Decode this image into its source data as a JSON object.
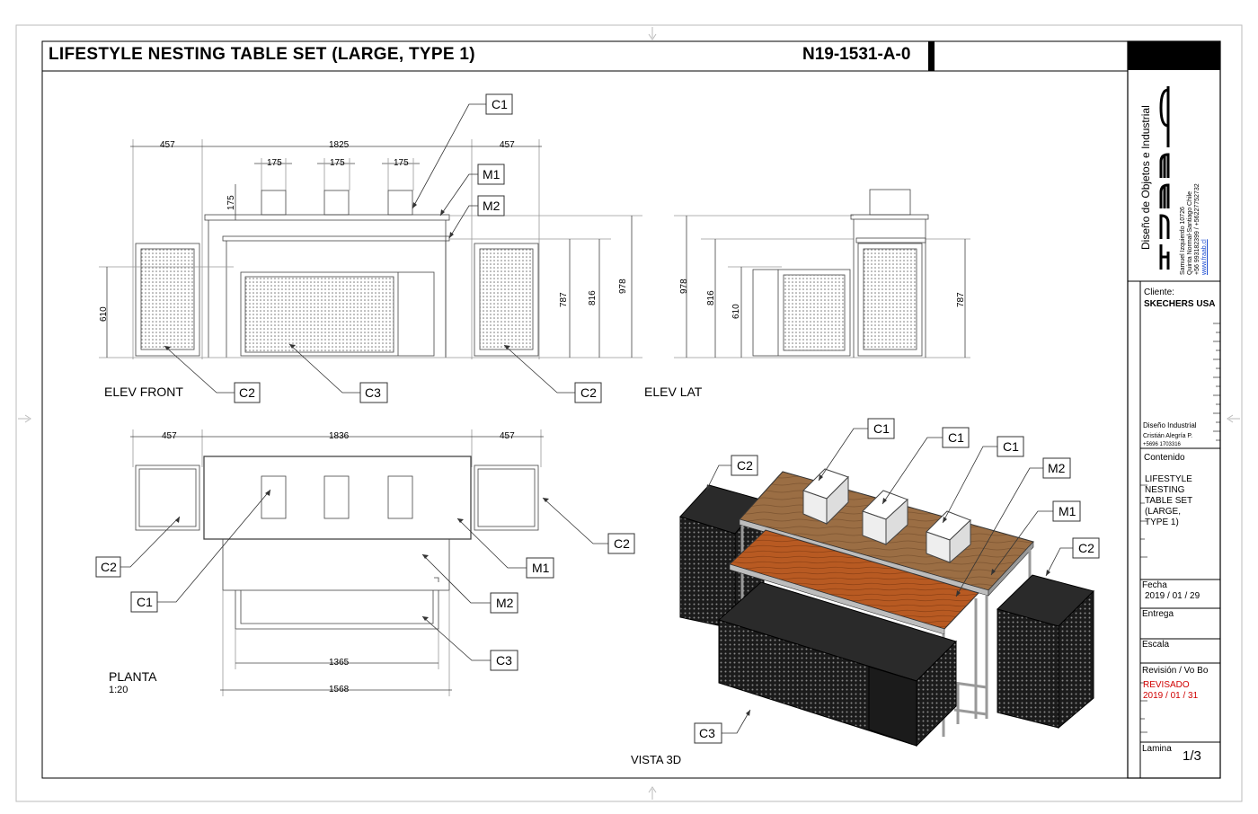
{
  "header": {
    "title": "LIFESTYLE NESTING TABLE SET (LARGE, TYPE 1)",
    "code": "N19-1531-A-0"
  },
  "views": {
    "elev_front": "ELEV FRONT",
    "elev_lat": "ELEV LAT",
    "planta": "PLANTA",
    "scale": "1:20",
    "vista_3d": "VISTA 3D"
  },
  "dims": {
    "front_top": [
      "457",
      "1825",
      "457"
    ],
    "front_cubes": [
      "175",
      "175",
      "175"
    ],
    "front_cube_h": "175",
    "front_left_h": "610",
    "front_right": [
      "787",
      "816",
      "978"
    ],
    "lat_left": [
      "978",
      "816",
      "610"
    ],
    "lat_right": "787",
    "plan_top": [
      "457",
      "1836",
      "457"
    ],
    "plan_bottom": [
      "1365",
      "1568"
    ]
  },
  "callouts": {
    "c1": "C1",
    "c2": "C2",
    "c3": "C3",
    "m1": "M1",
    "m2": "M2"
  },
  "title_block": {
    "brand": "FRAAB",
    "company": "Diseño de Objetos e Industrial",
    "address1": "Samuel Izquierdo 10726",
    "address2": "Quinta Normal-Santiago Chile",
    "phones": "+56 993182399  /  +56227752732",
    "web": "www.fraab.cl",
    "client_label": "Cliente:",
    "client": "SKECHERS USA",
    "design_label": "Diseño Industrial",
    "designer": "Cristián Alegría P.",
    "designer_phone": "+5696 1703316",
    "content_label": "Contenido",
    "content_lines": [
      "LIFESTYLE",
      "NESTING",
      "TABLE SET",
      "(LARGE,",
      "TYPE 1)"
    ],
    "date_label": "Fecha",
    "date": "2019 / 01 / 29",
    "delivery_label": "Entrega",
    "scale_label": "Escala",
    "revision_label": "Revisión  / Vo Bo",
    "revision_status": "REVISADO",
    "revision_date": "2019 / 01 / 31",
    "sheet_label": "Lamina",
    "sheet": "1/3"
  },
  "colors": {
    "wood_top": "#9b6e44",
    "wood_mid": "#b85a22",
    "black_unit": "#2a2a2a",
    "revision": "#d00000"
  }
}
